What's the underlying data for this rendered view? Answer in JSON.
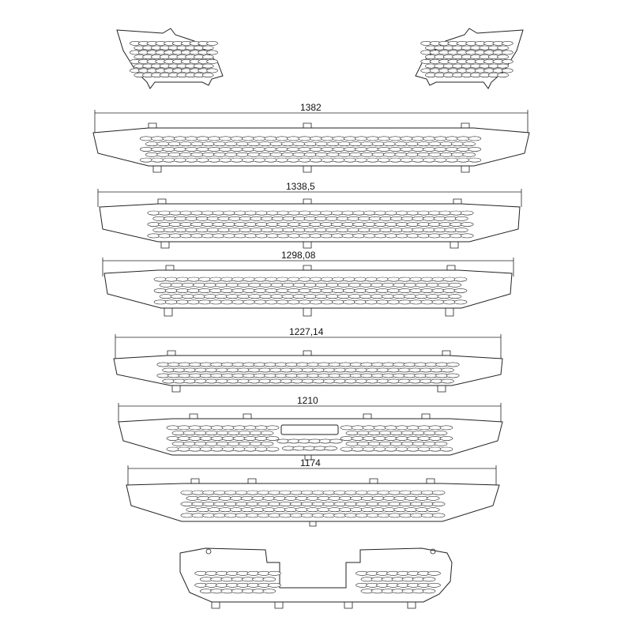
{
  "dimensions": [
    {
      "label": "1382"
    },
    {
      "label": "1338,5"
    },
    {
      "label": "1298,08"
    },
    {
      "label": "1227,14"
    },
    {
      "label": "1210"
    },
    {
      "label": "1174"
    }
  ],
  "colors": {
    "line": "#222222",
    "background": "#ffffff"
  }
}
